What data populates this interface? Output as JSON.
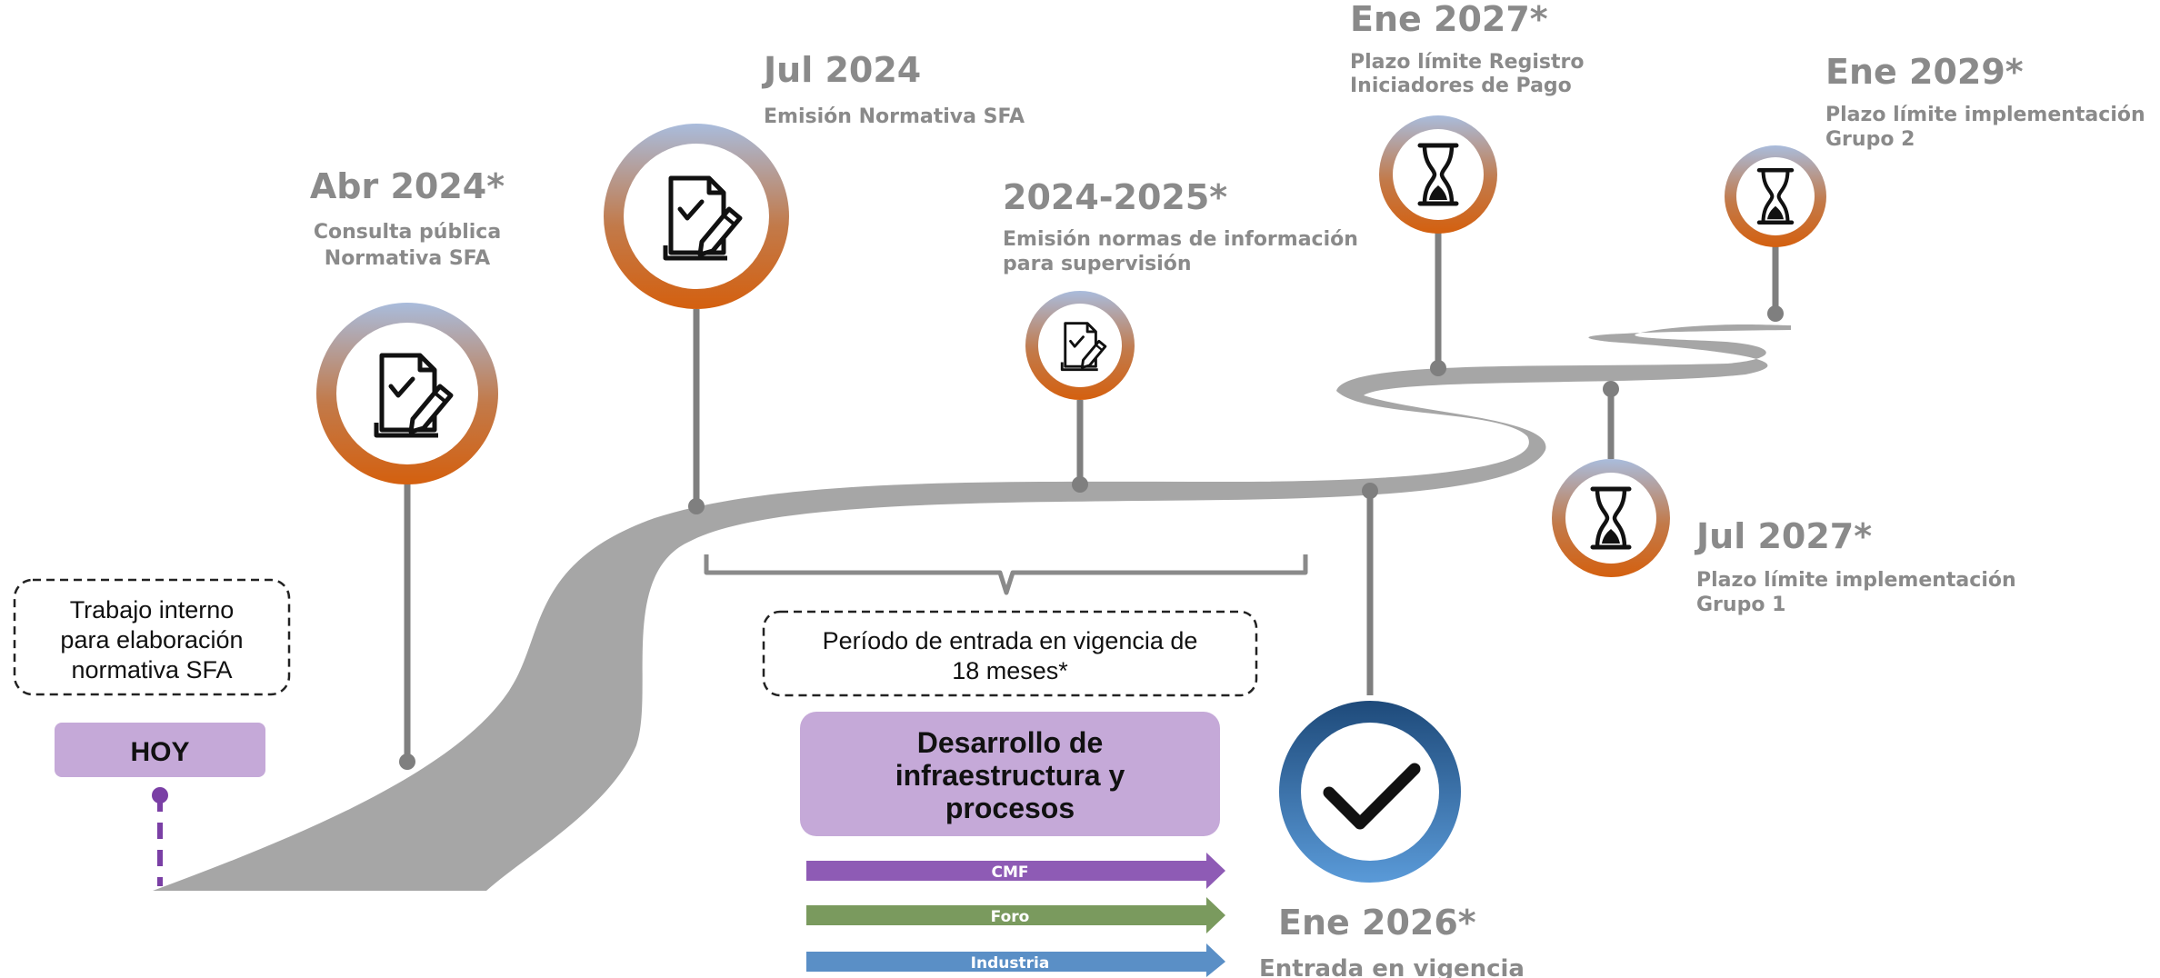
{
  "today": {
    "label": "HOY",
    "note_lines": [
      "Trabajo interno",
      "para elaboración",
      "normativa SFA"
    ]
  },
  "milestones": [
    {
      "date": "Abr 2024*",
      "desc_lines": [
        "Consulta pública",
        "Normativa SFA"
      ],
      "icon": "document-pen-icon"
    },
    {
      "date": "Jul 2024",
      "desc_lines": [
        "Emisión Normativa SFA"
      ],
      "icon": "document-pen-icon"
    },
    {
      "date": "2024-2025*",
      "desc_lines": [
        "Emisión normas de información",
        "para supervisión"
      ],
      "icon": "document-pen-icon"
    },
    {
      "date": "Ene 2026*",
      "desc_lines": [
        "Entrada en vigencia"
      ],
      "icon": "checkmark-icon"
    },
    {
      "date": "Ene 2027*",
      "desc_lines": [
        "Plazo límite Registro",
        "Iniciadores de Pago"
      ],
      "icon": "hourglass-icon"
    },
    {
      "date": "Jul 2027*",
      "desc_lines": [
        "Plazo límite implementación",
        "Grupo 1"
      ],
      "icon": "hourglass-icon"
    },
    {
      "date": "Ene 2029*",
      "desc_lines": [
        "Plazo límite implementación",
        "Grupo 2"
      ],
      "icon": "hourglass-icon"
    }
  ],
  "transition_period": {
    "lines": [
      "Período de entrada en vigencia de",
      "18 meses*"
    ]
  },
  "development": {
    "lines": [
      "Desarrollo de",
      "infraestructura y",
      "procesos"
    ],
    "tracks": [
      {
        "label": "CMF",
        "color": "#8e5bb5"
      },
      {
        "label": "Foro",
        "color": "#7a9a5e"
      },
      {
        "label": "Industria",
        "color": "#5a8fc6"
      }
    ]
  },
  "colors": {
    "road": "#a6a6a6",
    "stem": "#7f7f7f",
    "today": "#7a3fa5",
    "today_fill": "#c5a9d8",
    "ring_top": "#a9bcdc",
    "ring_bottom": "#d4600f",
    "check_ring_top": "#1e4a7a",
    "check_ring_bottom": "#5a9ad8",
    "text_gray": "#8a8a8a"
  }
}
